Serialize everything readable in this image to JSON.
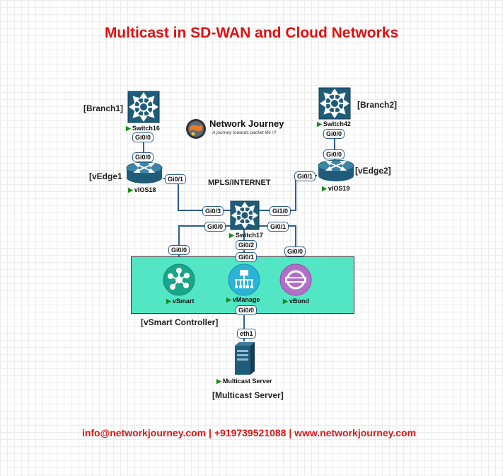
{
  "title": "Multicast in SD-WAN and Cloud Networks",
  "footer": "info@networkjourney.com | +919739521088 | www.networkjourney.com",
  "logo": {
    "name": "Network Journey",
    "tagline": "A journey towards packet life !!!"
  },
  "cloud_label": "MPLS/INTERNET",
  "sites": {
    "branch1": "[Branch1]",
    "branch2": "[Branch2]",
    "vedge1": "[vEdge1",
    "vedge2": "[vEdge2]",
    "controller": "[vSmart Controller]",
    "server": "[Multicast Server]"
  },
  "devices": {
    "switch16": "Switch16",
    "switch42": "Switch42",
    "vios18": "vIOS18",
    "vios19": "vIOS19",
    "switch17": "Switch17",
    "vsmart": "vSmart",
    "vmanage": "vManage",
    "vbond": "vBond",
    "server": "Multicast Server"
  },
  "ports": {
    "sw16_down": "Gi0/0",
    "r18_up": "Gi0/0",
    "r18_right": "Gi0/1",
    "sw17_left": "Gi0/3",
    "sw17_right": "Gi1/0",
    "r19_left": "Gi0/1",
    "sw42_down": "Gi0/0",
    "r19_up": "Gi0/0",
    "sw17_vsmart": "Gi0/0",
    "sw17_vbond": "Gi0/1",
    "sw17_vmanage": "Gi0/2",
    "vsmart_up": "Gi0/0",
    "vmanage_up": "Gi0/1",
    "vbond_up": "Gi0/0",
    "vmanage_down": "Gi0/0",
    "server_up": "eth1"
  },
  "colors": {
    "title": "#e01010",
    "controller_box": "#52e6c5",
    "device_blue": "#1f5c7a",
    "vsmart": "#1aa58a",
    "vmanage": "#2bb3d6",
    "vbond": "#b26fc6",
    "link": "#2f5f8f"
  }
}
